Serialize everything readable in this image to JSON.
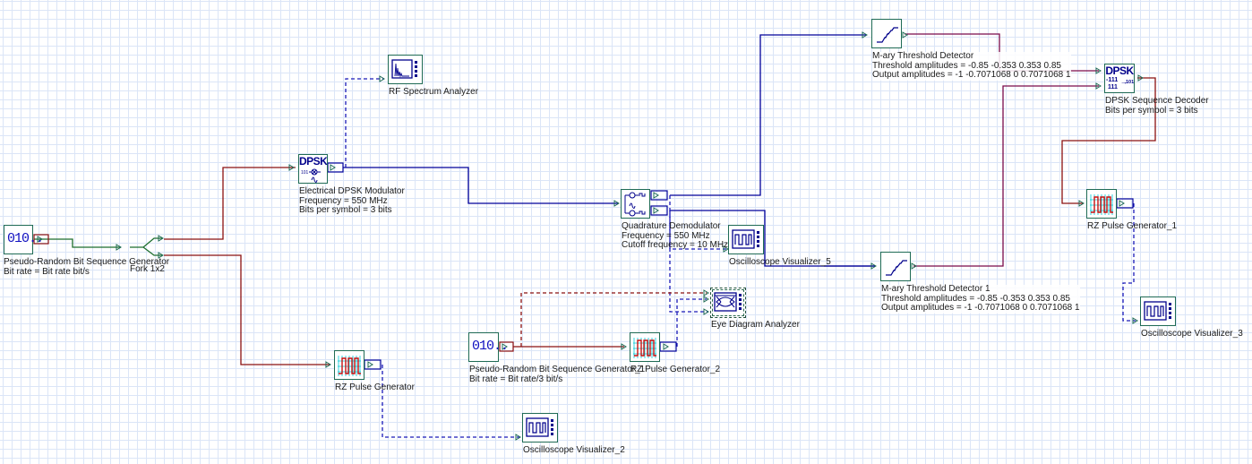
{
  "canvas": {
    "grid_color": "#dbe5f7",
    "colors": {
      "optical_wire": "#8b1010",
      "electrical_wire": "#00009a",
      "monitor_wire": "#1a1ab8",
      "threshold_wire": "#7a0a4a",
      "split_wire": "#1e6e2e",
      "component_border": "#1f6b55"
    }
  },
  "components": {
    "prbs": {
      "icon": "prbs-icon",
      "glyph": "010..",
      "lines": [
        "Pseudo-Random Bit Sequence Generator",
        "Bit rate = Bit rate  bit/s"
      ]
    },
    "fork": {
      "icon": "fork-icon",
      "lines": [
        "Fork 1x2"
      ]
    },
    "dpsk_mod": {
      "icon": "dpsk-modulator-icon",
      "glyph": "DPSK",
      "lines": [
        "Electrical DPSK Modulator",
        "Frequency = 550  MHz",
        "Bits per symbol = 3  bits"
      ]
    },
    "rf_spectrum": {
      "icon": "spectrum-analyzer-icon",
      "lines": [
        "RF Spectrum Analyzer"
      ]
    },
    "quad_demod": {
      "icon": "quadrature-demodulator-icon",
      "lines": [
        "Quadrature Demodulator",
        "Frequency = 550  MHz",
        "Cutoff frequency = 10  MHz"
      ]
    },
    "osc5": {
      "icon": "oscilloscope-icon",
      "lines": [
        "Oscilloscope Visualizer_5"
      ]
    },
    "mary1": {
      "icon": "threshold-detector-icon",
      "lines": [
        "M-ary Threshold Detector",
        "Threshold amplitudes = -0.85 -0.353 0.353 0.85",
        "Output amplitudes = -1 -0.7071068 0 0.7071068 1"
      ]
    },
    "mary2": {
      "icon": "threshold-detector-icon",
      "lines": [
        "M-ary Threshold Detector  1",
        "Threshold amplitudes = -0.85 -0.353 0.353 0.85",
        "Output amplitudes = -1 -0.7071068 0 0.7071068 1"
      ]
    },
    "dpsk_dec": {
      "icon": "dpsk-decoder-icon",
      "glyph": "DPSK",
      "sub_glyph_left": "-111",
      "sub_glyph_left2": "111",
      "sub_glyph_right": "101",
      "lines": [
        "DPSK Sequence Decoder",
        "Bits per symbol = 3  bits"
      ]
    },
    "rz1": {
      "icon": "rz-pulse-icon",
      "lines": [
        "RZ Pulse Generator_1"
      ]
    },
    "osc3": {
      "icon": "oscilloscope-icon",
      "lines": [
        "Oscilloscope Visualizer_3"
      ]
    },
    "rz": {
      "icon": "rz-pulse-icon",
      "lines": [
        "RZ Pulse Generator"
      ]
    },
    "osc2": {
      "icon": "oscilloscope-icon",
      "lines": [
        "Oscilloscope Visualizer_2"
      ]
    },
    "prbs1": {
      "icon": "prbs-icon",
      "glyph": "010..",
      "lines": [
        "Pseudo-Random Bit Sequence Generator_1",
        "Bit rate = Bit rate/3  bit/s"
      ]
    },
    "rz2": {
      "icon": "rz-pulse-icon",
      "lines": [
        "RZ Pulse Generator_2"
      ]
    },
    "eye": {
      "icon": "eye-diagram-icon",
      "lines": [
        "Eye Diagram Analyzer"
      ]
    }
  }
}
